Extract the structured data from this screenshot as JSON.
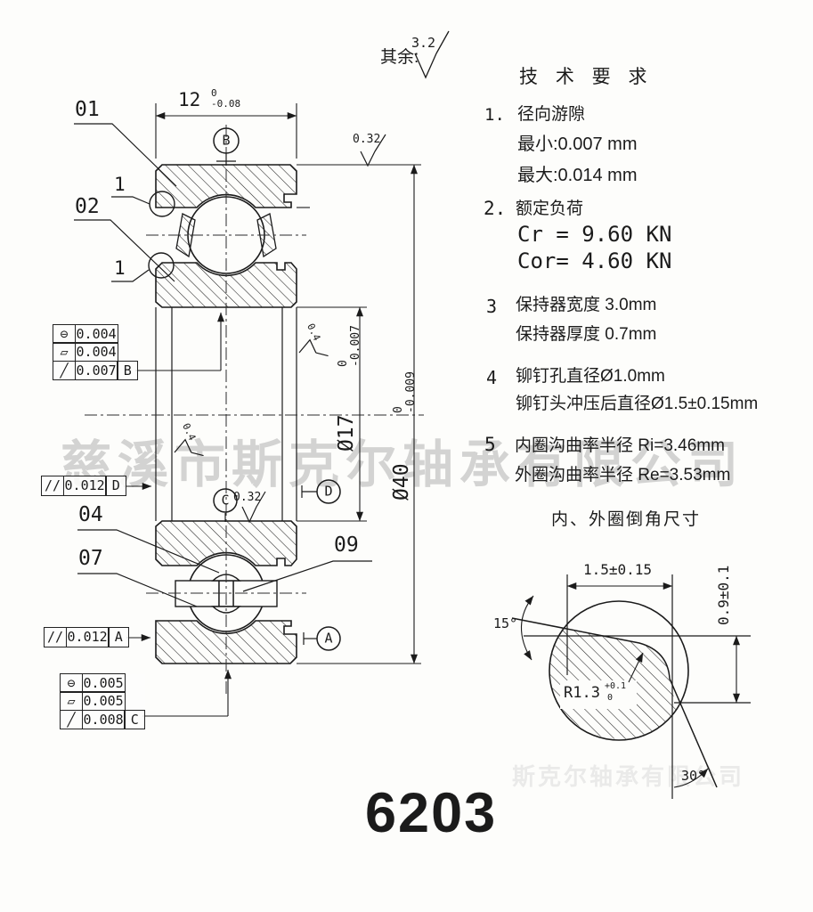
{
  "watermark": {
    "text": "慈溪市斯克尔轴承有限公司",
    "text2": "斯克尔轴承有限公司"
  },
  "part_number": "6203",
  "surface_note": {
    "prefix": "其余:",
    "value": "3.2"
  },
  "tech": {
    "title": "技 术 要 求",
    "items": [
      {
        "num": "1.",
        "lines": [
          "径向游隙",
          "最小:0.007 mm",
          "最大:0.014 mm"
        ]
      },
      {
        "num": "2.",
        "lines": [
          "额定负荷",
          "Cr = 9.60 KN",
          "Cor= 4.60 KN"
        ]
      },
      {
        "num": "3",
        "lines": [
          "保持器宽度 3.0mm",
          "保持器厚度 0.7mm"
        ]
      },
      {
        "num": "4",
        "lines": [
          "铆钉孔直径Ø1.0mm",
          "铆钉头冲压后直径Ø1.5±0.15mm"
        ]
      },
      {
        "num": "5",
        "lines": [
          "内圈沟曲率半径 Ri=3.46mm",
          "外圈沟曲率半径 Re=3.53mm"
        ]
      }
    ]
  },
  "dims": {
    "width": {
      "value": "12",
      "upper": "0",
      "lower": "-0.08"
    },
    "bore": {
      "value": "Ø17",
      "upper": "0",
      "lower": "-0.007"
    },
    "od": {
      "value": "Ø40",
      "upper": "0",
      "lower": "-0.009"
    },
    "finish_od": "0.32",
    "finish_bore": "0.32",
    "finish_face_right": "0.4",
    "finish_face_left": "0.4"
  },
  "datums": {
    "a": "A",
    "b": "B",
    "c": "C",
    "d": "D"
  },
  "part_labels": {
    "l01": "01",
    "l1a": "1",
    "l02": "02",
    "l1b": "1",
    "l04": "04",
    "l07": "07",
    "l09": "09"
  },
  "fcf_bore": {
    "rows": [
      {
        "sym": "⊖",
        "val": "0.004"
      },
      {
        "sym": "▱",
        "val": "0.004"
      },
      {
        "sym": "╱",
        "val": "0.007",
        "datum": "B"
      }
    ]
  },
  "fcf_left_face": {
    "sym": "//",
    "val": "0.012",
    "datum": "D"
  },
  "fcf_bottom_face": {
    "sym": "//",
    "val": "0.012",
    "datum": "A"
  },
  "fcf_od": {
    "rows": [
      {
        "sym": "⊖",
        "val": "0.005"
      },
      {
        "sym": "▱",
        "val": "0.005"
      },
      {
        "sym": "╱",
        "val": "0.008",
        "datum": "C"
      }
    ]
  },
  "chamfer_detail": {
    "title": "内、外圈倒角尺寸",
    "width": "1.5±0.15",
    "height": "0.9±0.1",
    "angle_top": "15°",
    "angle_bottom": "30°",
    "radius": "R1.3",
    "radius_upper": "+0.1",
    "radius_lower": "0"
  }
}
